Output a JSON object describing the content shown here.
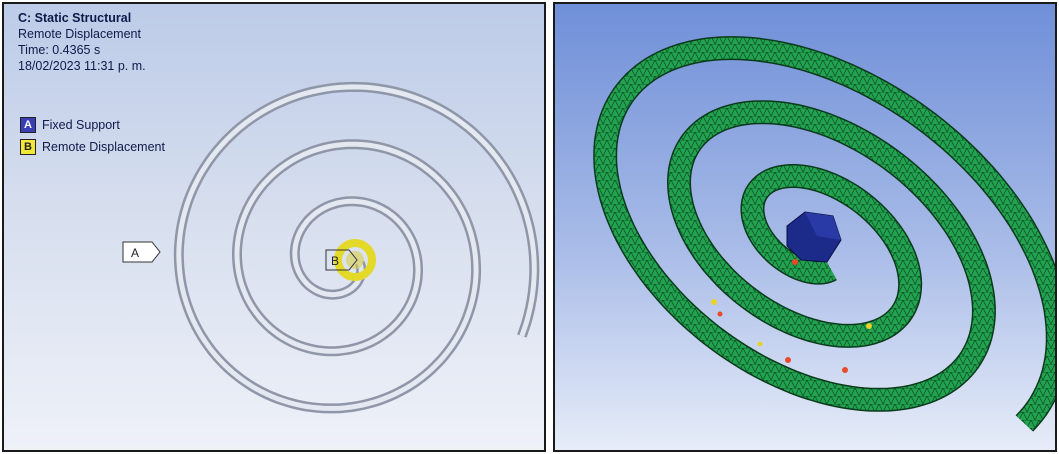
{
  "left_view": {
    "title": "C: Static Structural",
    "subtitle": "Remote Displacement",
    "time": "Time: 0.4365 s",
    "date": "18/02/2023 11:31 p. m.",
    "legend": [
      {
        "key": "A",
        "label": "Fixed Support",
        "color": "#3b3fb5"
      },
      {
        "key": "B",
        "label": "Remote Displacement",
        "color": "#f3e83a"
      }
    ],
    "callouts": {
      "a": "A",
      "b": "B"
    }
  },
  "right_view": {
    "mesh_color": "#1f9a4a",
    "hub_color": "#1c2a8a"
  }
}
